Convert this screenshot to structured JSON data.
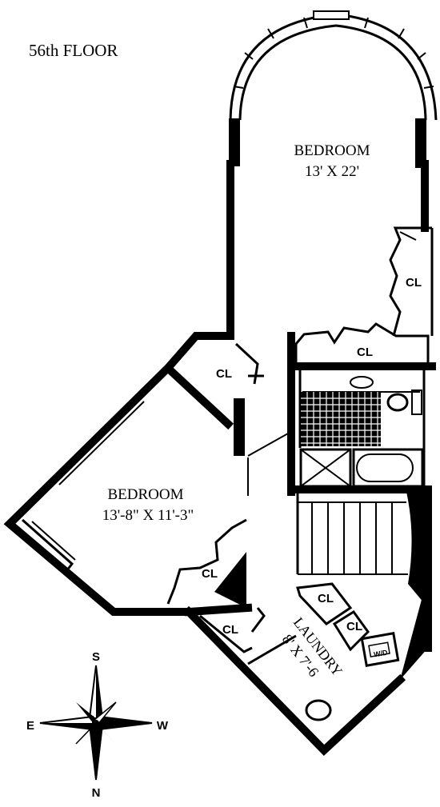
{
  "floor_label": "56th FLOOR",
  "rooms": {
    "bedroom_top": {
      "name": "BEDROOM",
      "dims": "13' X 22'"
    },
    "bedroom_left": {
      "name": "BEDROOM",
      "dims": "13'-8\" X 11'-3\""
    },
    "laundry": {
      "name": "LAUNDRY",
      "dims": "8' X 7'-6"
    }
  },
  "closets": {
    "label": "CL"
  },
  "appliance_label": "W/D",
  "compass": {
    "north": "N",
    "south": "S",
    "east": "E",
    "west": "W"
  }
}
